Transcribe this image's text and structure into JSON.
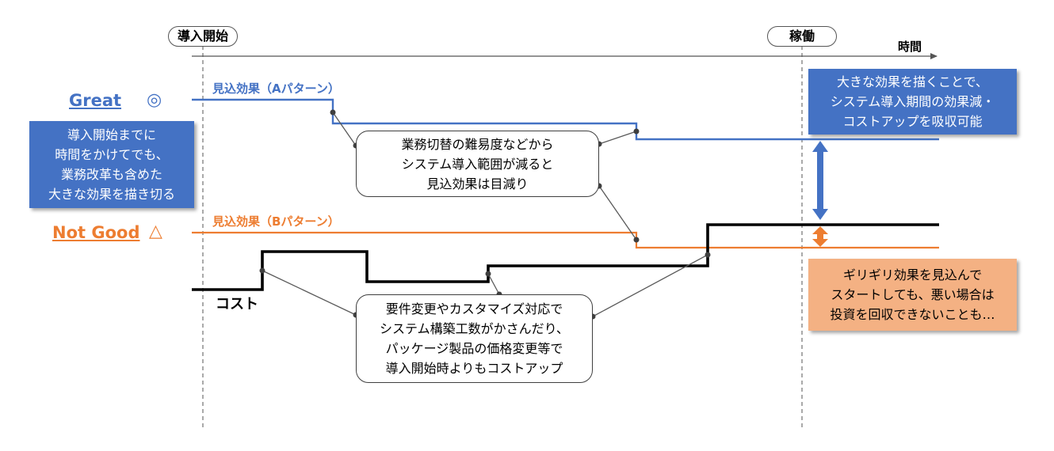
{
  "timeline": {
    "start_label": "導入開始",
    "golive_label": "稼働",
    "axis_label": "時間"
  },
  "levels": {
    "great_label": "Great",
    "great_symbol": "◎",
    "notgood_label": "Not Good",
    "notgood_symbol": "△"
  },
  "series": {
    "pattern_a_label": "見込効果（Aパターン）",
    "pattern_b_label": "見込効果（Bパターン）",
    "cost_label": "コスト"
  },
  "boxes": {
    "left_blue": "導入開始までに\n時間をかけてでも、\n業務改革も含めた\n大きな効果を描き切る",
    "callout_effect": "業務切替の難易度などから\nシステム導入範囲が減ると\n見込効果は目減り",
    "callout_cost": "要件変更やカスタマイズ対応で\nシステム構築工数がかさんだり、\nパッケージ製品の価格変更等で\n導入開始時よりもコストアップ",
    "right_blue": "大きな効果を描くことで、\nシステム導入期間の効果減・\nコストアップを吸収可能",
    "right_orange": "ギリギリ効果を見込んで\nスタートしても、悪い場合は\n投資を回収できないことも…"
  },
  "colors": {
    "blue": "#4472c4",
    "orange": "#ed7d31",
    "orange_box": "#f4b183",
    "black": "#000000",
    "gray": "#595959"
  }
}
